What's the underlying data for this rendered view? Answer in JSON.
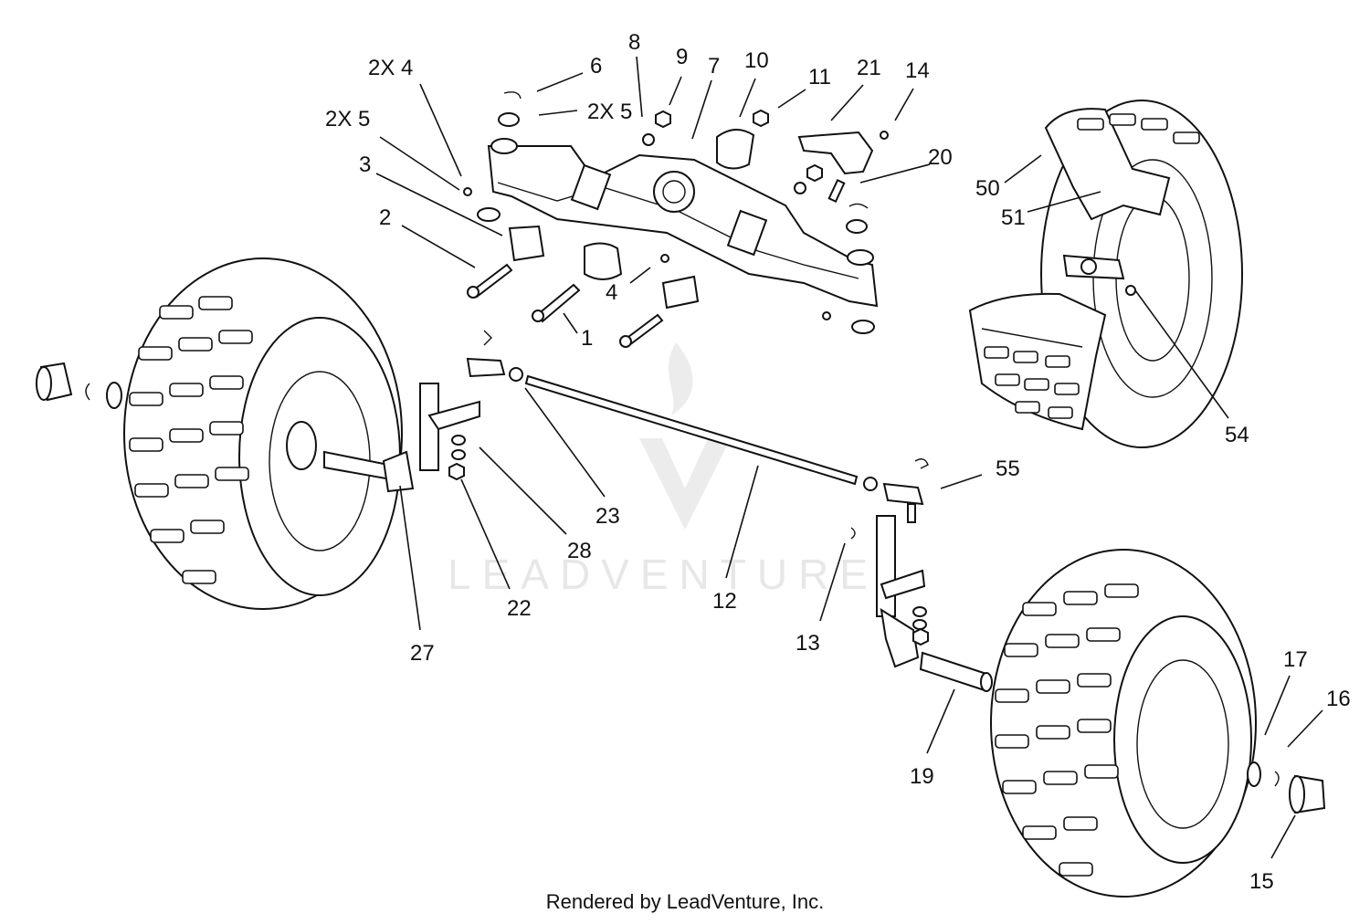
{
  "diagram": {
    "callouts": [
      "2X 4",
      "6",
      "2X 5",
      "8",
      "9",
      "7",
      "10",
      "11",
      "21",
      "14",
      "2X 5",
      "3",
      "2",
      "4",
      "1",
      "20",
      "50",
      "51",
      "54",
      "23",
      "28",
      "22",
      "12",
      "55",
      "27",
      "13",
      "19",
      "17",
      "16",
      "15"
    ]
  },
  "watermark": "LEADVENTURE",
  "footer": "Rendered by LeadVenture, Inc."
}
